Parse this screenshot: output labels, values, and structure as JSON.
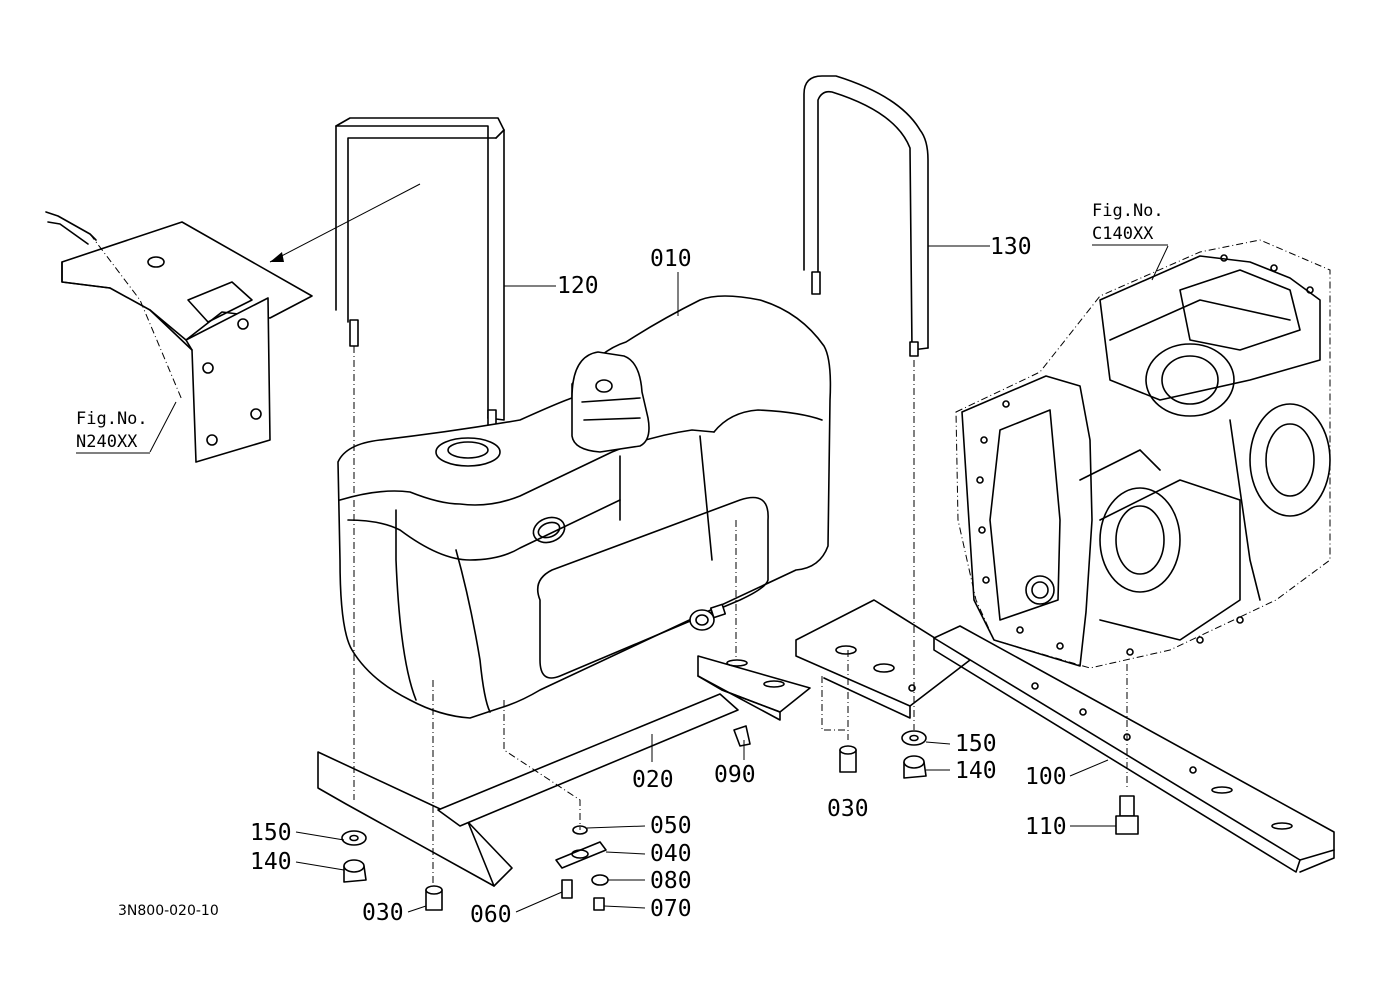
{
  "drawing_code": "3N800-020-10",
  "fig_refs": {
    "left": {
      "prefix": "Fig.No.",
      "code": "N240XX"
    },
    "right": {
      "prefix": "Fig.No.",
      "code": "C140XX"
    }
  },
  "parts": {
    "p010": "010",
    "p020": "020",
    "p030a": "030",
    "p030b": "030",
    "p040": "040",
    "p050": "050",
    "p060": "060",
    "p070": "070",
    "p080": "080",
    "p090": "090",
    "p100": "100",
    "p110": "110",
    "p120": "120",
    "p130": "130",
    "p140a": "140",
    "p140b": "140",
    "p150a": "150",
    "p150b": "150"
  }
}
